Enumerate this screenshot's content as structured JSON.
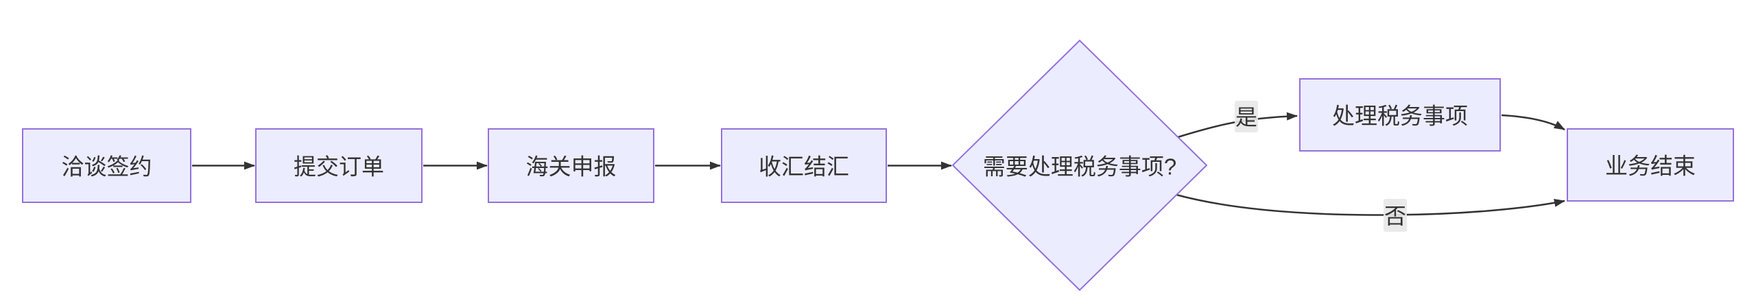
{
  "diagram": {
    "type": "flowchart-LR",
    "background_color": "#ffffff",
    "node_fill": "#ECECFF",
    "node_border_color": "#9370DB",
    "edge_color": "#333333",
    "text_color": "#333333",
    "edge_label_bg": "#e8e8e8",
    "nodes": [
      {
        "id": "A",
        "shape": "rect",
        "label": "洽谈签约"
      },
      {
        "id": "B",
        "shape": "rect",
        "label": "提交订单"
      },
      {
        "id": "C",
        "shape": "rect",
        "label": "海关申报"
      },
      {
        "id": "D",
        "shape": "rect",
        "label": "收汇结汇"
      },
      {
        "id": "E",
        "shape": "diamond",
        "label": "需要处理税务事项?"
      },
      {
        "id": "F",
        "shape": "rect",
        "label": "处理税务事项"
      },
      {
        "id": "G",
        "shape": "rect",
        "label": "业务结束"
      }
    ],
    "edges": [
      {
        "from": "A",
        "to": "B",
        "label": ""
      },
      {
        "from": "B",
        "to": "C",
        "label": ""
      },
      {
        "from": "C",
        "to": "D",
        "label": ""
      },
      {
        "from": "D",
        "to": "E",
        "label": ""
      },
      {
        "from": "E",
        "to": "F",
        "label": "是"
      },
      {
        "from": "F",
        "to": "G",
        "label": ""
      },
      {
        "from": "E",
        "to": "G",
        "label": "否"
      }
    ]
  }
}
